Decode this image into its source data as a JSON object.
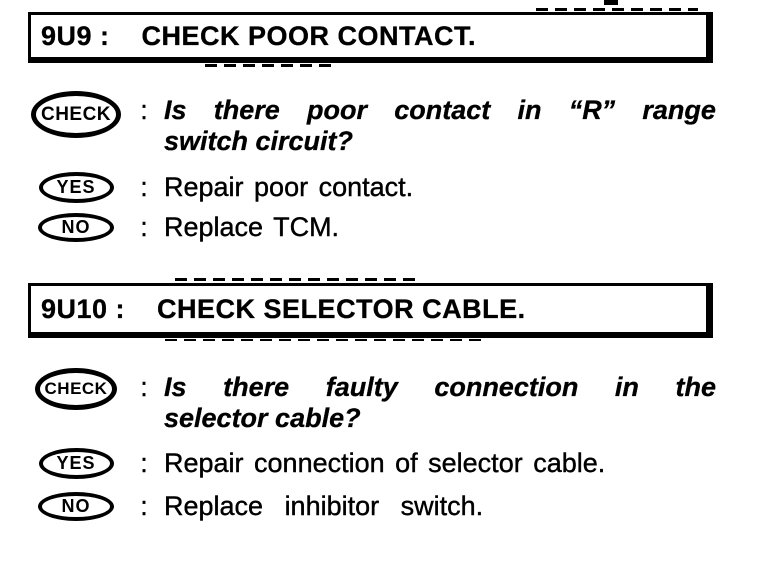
{
  "page": {
    "labels": {
      "check": "CHECK",
      "yes": "YES",
      "no": "NO",
      "colon": ":"
    },
    "sections": [
      {
        "code": "9U9 :",
        "title": "CHECK POOR CONTACT.",
        "question_line1": "Is there poor contact in “R” range",
        "question_line2": "switch circuit?",
        "yes_action": "Repair poor contact.",
        "no_action": "Replace TCM."
      },
      {
        "code": "9U10 :",
        "title": "CHECK SELECTOR CABLE.",
        "question_line1": "Is there faulty connection in the",
        "question_line2": "selector cable?",
        "yes_action": "Repair connection of selector cable.",
        "no_action": "Replace inhibitor switch."
      }
    ]
  }
}
